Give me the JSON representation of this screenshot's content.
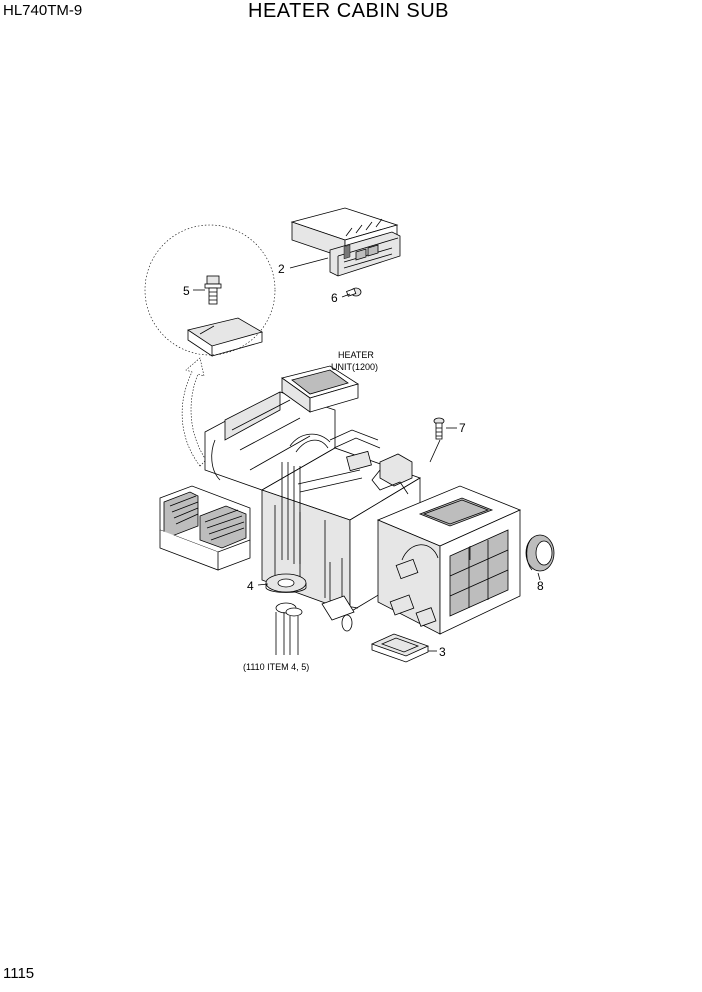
{
  "header": {
    "model": "HL740TM-9",
    "title": "HEATER CABIN SUB"
  },
  "footer": {
    "page_number": "1115"
  },
  "diagram": {
    "callouts": [
      {
        "id": "1",
        "label": "2"
      },
      {
        "id": "2",
        "label": "5"
      },
      {
        "id": "3",
        "label": "6"
      },
      {
        "id": "4",
        "label": "7"
      },
      {
        "id": "5",
        "label": "4"
      },
      {
        "id": "6",
        "label": "8"
      },
      {
        "id": "7",
        "label": "3"
      }
    ],
    "annotations": {
      "heater_line1": "HEATER",
      "heater_line2": "UNIT(1200)",
      "ref_note": "(1110 ITEM 4, 5)"
    }
  }
}
